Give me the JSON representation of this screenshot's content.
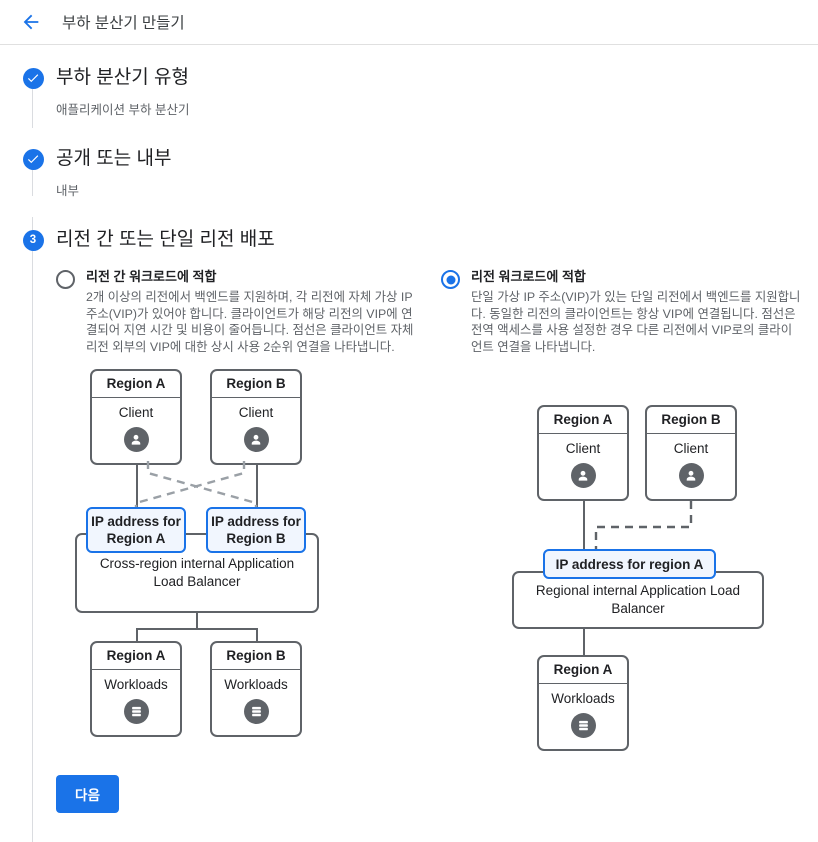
{
  "header": {
    "back_icon": "arrow-left-icon",
    "title": "부하 분산기 만들기"
  },
  "stepper": {
    "steps": [
      {
        "id": "load-balancer-type",
        "state": "complete",
        "marker": "check-icon",
        "title": "부하 분산기 유형",
        "summary": "애플리케이션 부하 분산기"
      },
      {
        "id": "public-or-internal",
        "state": "complete",
        "marker": "check-icon",
        "title": "공개 또는 내부",
        "summary": "내부"
      },
      {
        "id": "cross-region-or-single-region",
        "state": "active",
        "marker": "3",
        "title": "리전 간 또는 단일 리전 배포"
      }
    ]
  },
  "options": [
    {
      "id": "cross-region",
      "selected": false,
      "label": "리전 간 워크로드에 적합",
      "description": "2개 이상의 리전에서 백엔드를 지원하며, 각 리전에 자체 가상 IP 주소(VIP)가 있어야 합니다. 클라이언트가 해당 리전의 VIP에 연결되어 지연 시간 및 비용이 줄어듭니다. 점선은 클라이언트 자체 리전 외부의 VIP에 대한 상시 사용 2순위 연결을 나타냅니다.",
      "diagram": {
        "clients": [
          {
            "region": "Region A",
            "label": "Client",
            "icon": "person-icon"
          },
          {
            "region": "Region B",
            "label": "Client",
            "icon": "person-icon"
          }
        ],
        "ip_boxes": [
          "IP address for Region A",
          "IP address for Region B"
        ],
        "load_balancer": "Cross-region internal Application Load Balancer",
        "workloads": [
          {
            "region": "Region A",
            "label": "Workloads",
            "icon": "database-icon"
          },
          {
            "region": "Region B",
            "label": "Workloads",
            "icon": "database-icon"
          }
        ]
      }
    },
    {
      "id": "single-region",
      "selected": true,
      "label": "리전 워크로드에 적합",
      "description": "단일 가상 IP 주소(VIP)가 있는 단일 리전에서 백엔드를 지원합니다. 동일한 리전의 클라이언트는 항상 VIP에 연결됩니다. 점선은 전역 액세스를 사용 설정한 경우 다른 리전에서 VIP로의 클라이언트 연결을 나타냅니다.",
      "diagram": {
        "clients": [
          {
            "region": "Region A",
            "label": "Client",
            "icon": "person-icon"
          },
          {
            "region": "Region B",
            "label": "Client",
            "icon": "person-icon"
          }
        ],
        "ip_boxes": [
          "IP address for region A"
        ],
        "load_balancer": "Regional internal Application Load Balancer",
        "workloads": [
          {
            "region": "Region A",
            "label": "Workloads",
            "icon": "database-icon"
          }
        ]
      }
    }
  ],
  "footer": {
    "next_label": "다음"
  },
  "colors": {
    "accent": "#1a73e8",
    "node_stroke": "#5f6368",
    "ip_fill": "#f1f6fe",
    "text_primary": "#202124",
    "text_secondary": "#5f6368",
    "divider": "#e0e0e0"
  }
}
